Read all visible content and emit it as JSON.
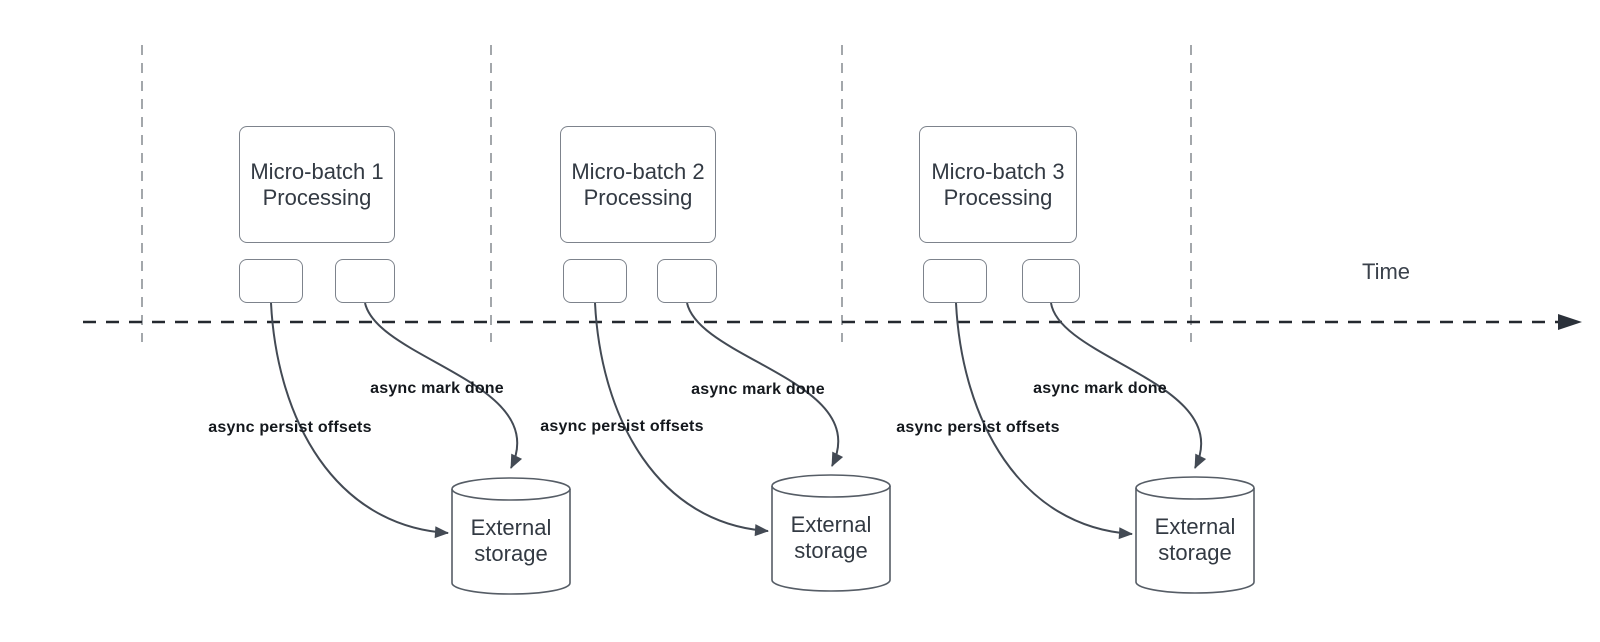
{
  "diagram": {
    "axis": {
      "label": "Time"
    },
    "batches": [
      {
        "title_line1": "Micro-batch 1",
        "title_line2": "Processing",
        "persist_label": "async persist offsets",
        "mark_done_label": "async mark done",
        "storage_line1": "External",
        "storage_line2": "storage"
      },
      {
        "title_line1": "Micro-batch 2",
        "title_line2": "Processing",
        "persist_label": "async persist offsets",
        "mark_done_label": "async mark done",
        "storage_line1": "External",
        "storage_line2": "storage"
      },
      {
        "title_line1": "Micro-batch 3",
        "title_line2": "Processing",
        "persist_label": "async persist offsets",
        "mark_done_label": "async mark done",
        "storage_line1": "External",
        "storage_line2": "storage"
      }
    ],
    "colors": {
      "background": "#ffffff",
      "shape_stroke": "#7d838c",
      "cylinder_stroke": "#565d66",
      "connector": "#434a54",
      "guide_line": "#a3a7ab",
      "axis_line": "#24292f",
      "shape_text": "#333a43",
      "connector_label_text": "#14181d"
    }
  }
}
